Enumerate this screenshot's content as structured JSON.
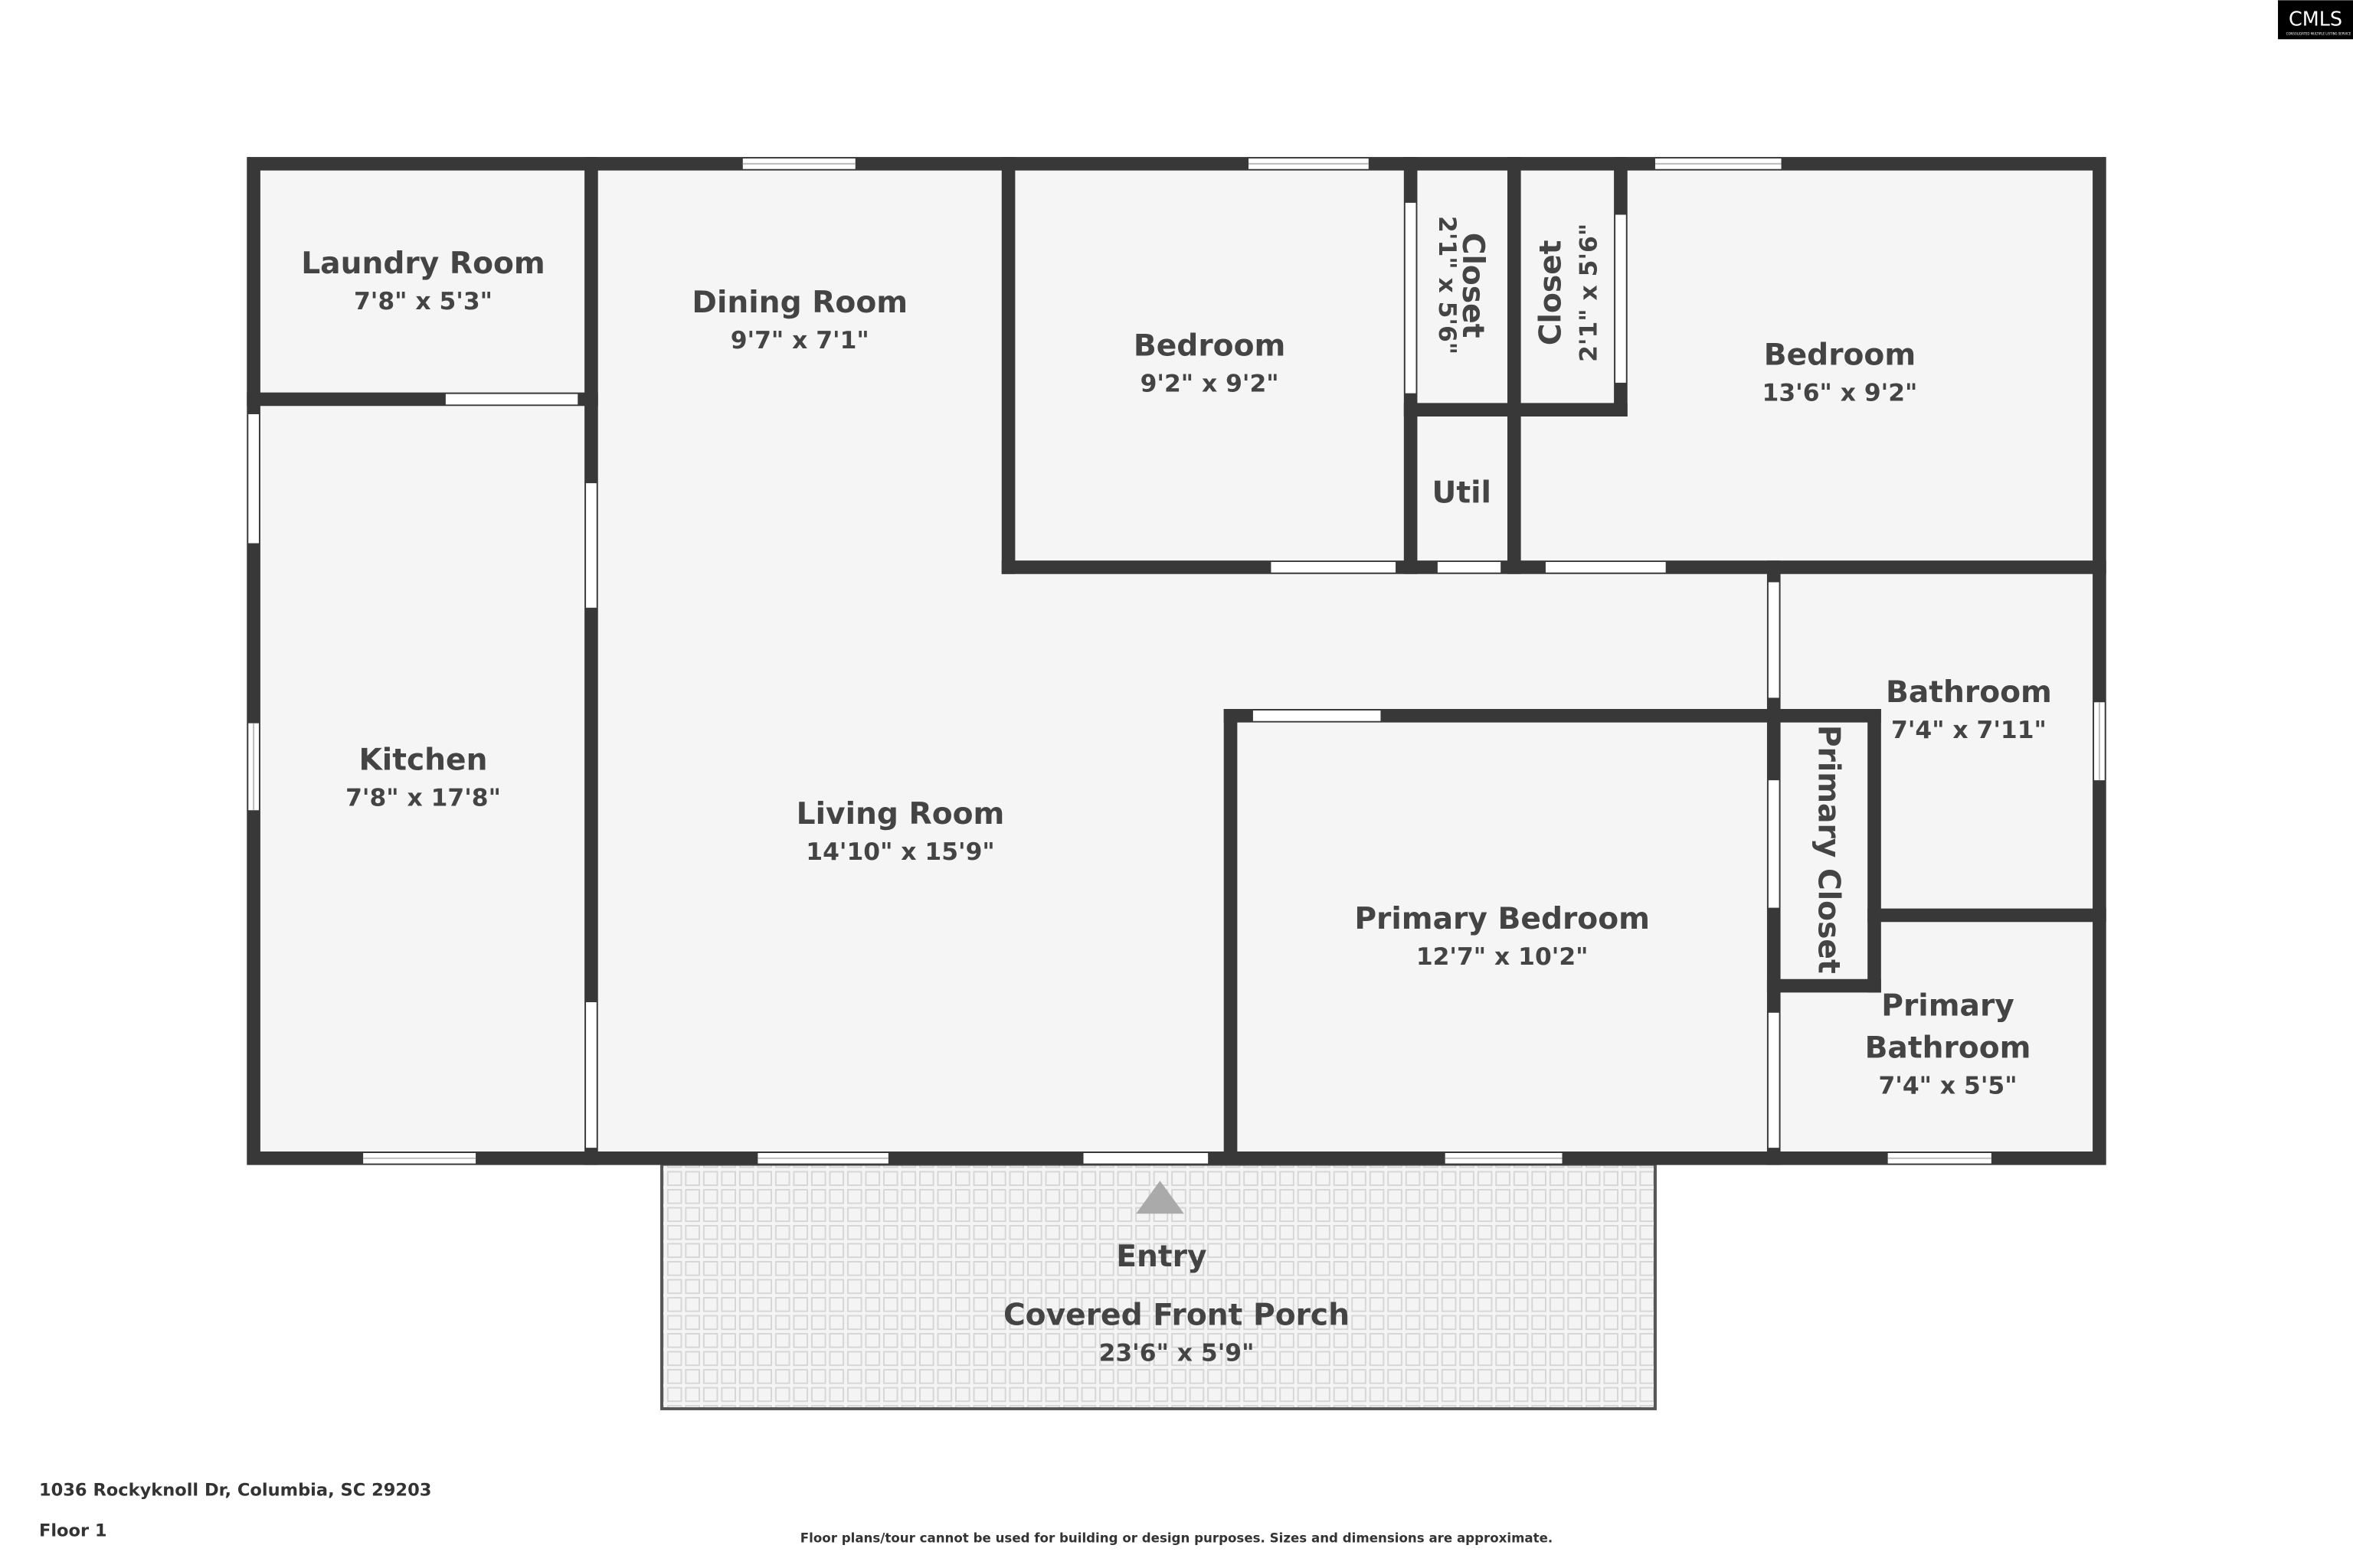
{
  "logo": {
    "text": "CMLS",
    "subtext": "CONSOLIDATED MULTIPLE LISTING SERVICE"
  },
  "rooms": {
    "laundry": {
      "name": "Laundry Room",
      "dims": "7'8\" x 5'3\""
    },
    "dining": {
      "name": "Dining Room",
      "dims": "9'7\" x 7'1\""
    },
    "bedroom1": {
      "name": "Bedroom",
      "dims": "9'2\" x 9'2\""
    },
    "closet1": {
      "name": "Closet",
      "dims": "2'1\" x 5'6\""
    },
    "closet2": {
      "name": "Closet",
      "dims": "2'1\" x 5'6\""
    },
    "bedroom2": {
      "name": "Bedroom",
      "dims": "13'6\" x 9'2\""
    },
    "util": {
      "name": "Util"
    },
    "kitchen": {
      "name": "Kitchen",
      "dims": "7'8\" x 17'8\""
    },
    "living": {
      "name": "Living Room",
      "dims": "14'10\" x 15'9\""
    },
    "bathroom": {
      "name": "Bathroom",
      "dims": "7'4\" x 7'11\""
    },
    "primary_closet": {
      "name": "Primary Closet"
    },
    "primary_bedroom": {
      "name": "Primary Bedroom",
      "dims": "12'7\" x 10'2\""
    },
    "primary_bathroom": {
      "name_line1": "Primary",
      "name_line2": "Bathroom",
      "dims": "7'4\" x 5'5\""
    },
    "entry": {
      "name": "Entry"
    },
    "porch": {
      "name": "Covered Front Porch",
      "dims": "23'6\" x 5'9\""
    }
  },
  "footer": {
    "address": "1036 Rockyknoll Dr, Columbia, SC 29203",
    "floor": "Floor 1",
    "disclaimer": "Floor plans/tour cannot be used for building or design purposes. Sizes and dimensions are approximate."
  },
  "colors": {
    "wall": "#383838",
    "floor": "#f5f5f5",
    "background": "#ffffff"
  }
}
